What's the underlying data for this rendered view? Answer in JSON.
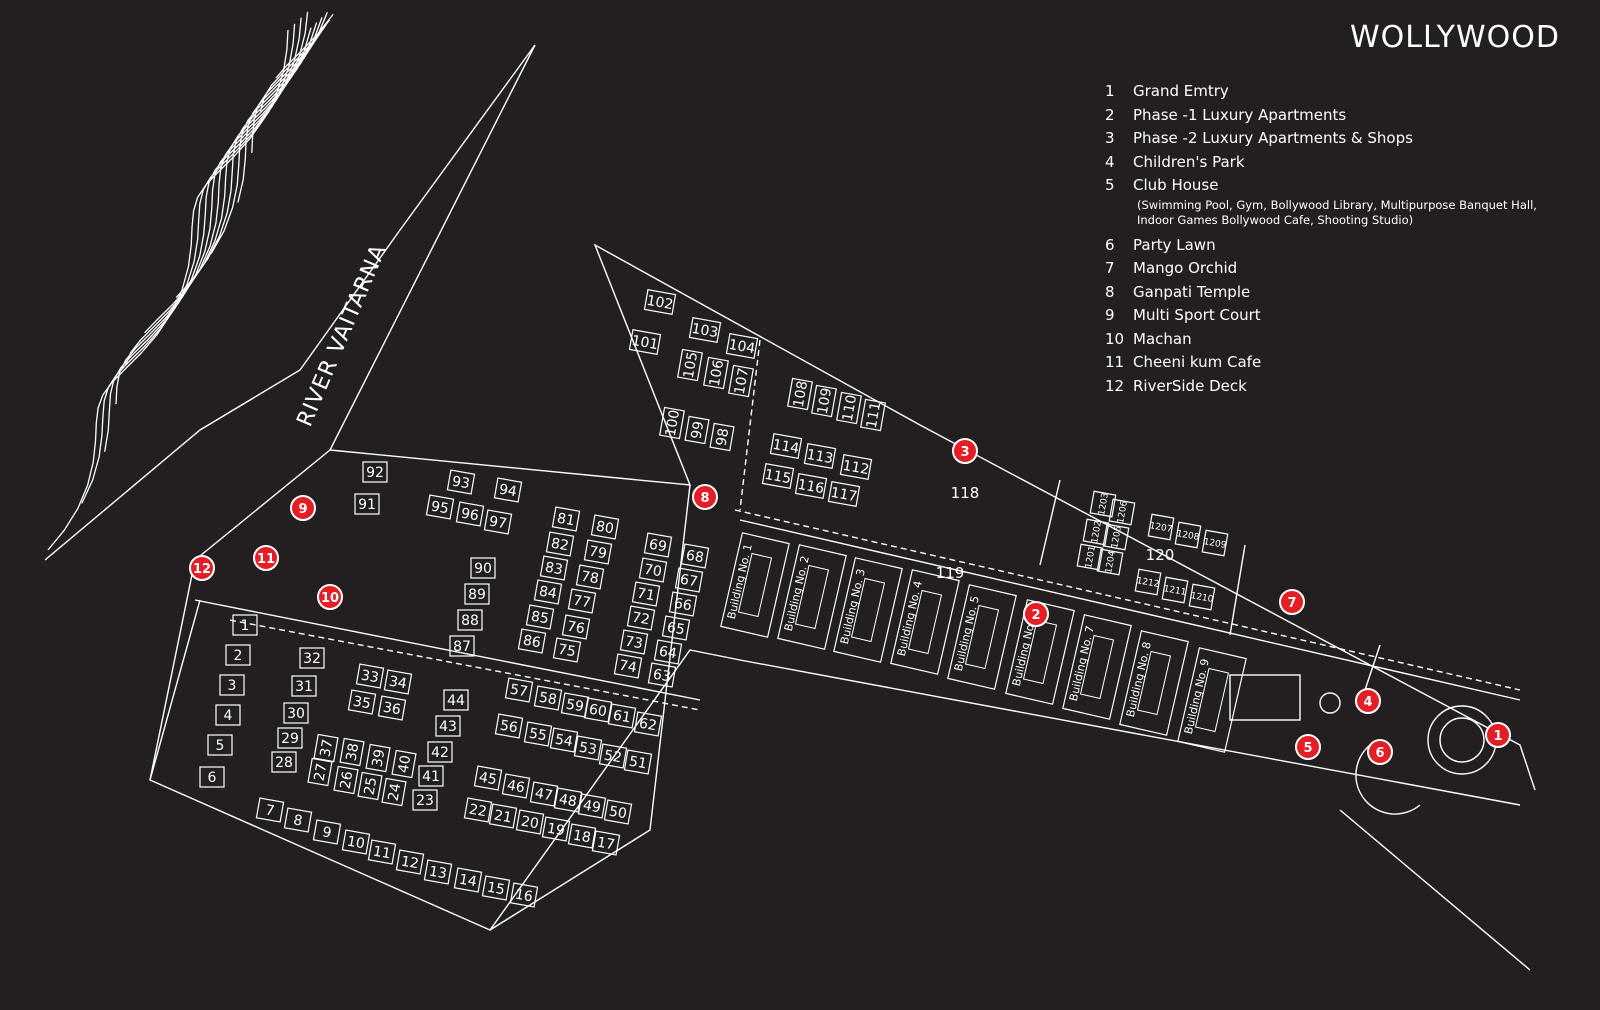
{
  "title": "WOLLYWOOD",
  "river_label": "RIVER VAITARNA",
  "colors": {
    "background": "#231f20",
    "lines": "#ffffff",
    "marker": "#e31e24"
  },
  "legend": [
    {
      "num": "1",
      "label": "Grand Emtry"
    },
    {
      "num": "2",
      "label": "Phase -1 Luxury Apartments"
    },
    {
      "num": "3",
      "label": "Phase -2 Luxury Apartments & Shops"
    },
    {
      "num": "4",
      "label": "Children's Park"
    },
    {
      "num": "5",
      "label": "Club House",
      "note": "(Swimming Pool, Gym, Bollywood Library, Multipurpose Banquet Hall, Indoor Games Bollywood Cafe, Shooting Studio)"
    },
    {
      "num": "6",
      "label": "Party Lawn"
    },
    {
      "num": "7",
      "label": "Mango Orchid"
    },
    {
      "num": "8",
      "label": "Ganpati Temple"
    },
    {
      "num": "9",
      "label": "Multi Sport Court"
    },
    {
      "num": "10",
      "label": "Machan"
    },
    {
      "num": "11",
      "label": "Cheeni kum Cafe"
    },
    {
      "num": "12",
      "label": "RiverSide Deck"
    }
  ],
  "markers": [
    "1",
    "2",
    "3",
    "4",
    "5",
    "6",
    "7",
    "8",
    "9",
    "10",
    "11",
    "12"
  ],
  "buildings": [
    "Building No. 1",
    "Building No. 2",
    "Building No. 3",
    "Building No. 4",
    "Building No. 5",
    "Building No. 6",
    "Building No. 7",
    "Building No. 8",
    "Building No. 9"
  ],
  "area_labels": [
    "118",
    "119",
    "120"
  ],
  "plots": [
    "1",
    "2",
    "3",
    "4",
    "5",
    "6",
    "7",
    "8",
    "9",
    "10",
    "11",
    "12",
    "13",
    "14",
    "15",
    "16",
    "17",
    "18",
    "19",
    "20",
    "21",
    "22",
    "23",
    "24",
    "25",
    "26",
    "27",
    "28",
    "29",
    "30",
    "31",
    "32",
    "33",
    "34",
    "35",
    "36",
    "37",
    "38",
    "39",
    "40",
    "41",
    "42",
    "43",
    "44",
    "45",
    "46",
    "47",
    "48",
    "49",
    "50",
    "51",
    "52",
    "53",
    "54",
    "55",
    "56",
    "57",
    "58",
    "59",
    "60",
    "61",
    "62",
    "63",
    "64",
    "65",
    "66",
    "67",
    "68",
    "69",
    "70",
    "71",
    "72",
    "73",
    "74",
    "75",
    "76",
    "77",
    "78",
    "79",
    "80",
    "81",
    "82",
    "83",
    "84",
    "85",
    "86",
    "87",
    "88",
    "89",
    "90",
    "91",
    "92",
    "93",
    "94",
    "95",
    "96",
    "97",
    "98",
    "99",
    "100",
    "101",
    "102",
    "103",
    "104",
    "105",
    "106",
    "107",
    "108",
    "109",
    "110",
    "111",
    "112",
    "113",
    "114",
    "115",
    "116",
    "117",
    "1201",
    "1202",
    "1203",
    "1204",
    "1205",
    "1206",
    "1207",
    "1208",
    "1209",
    "1210",
    "1211",
    "1212"
  ]
}
